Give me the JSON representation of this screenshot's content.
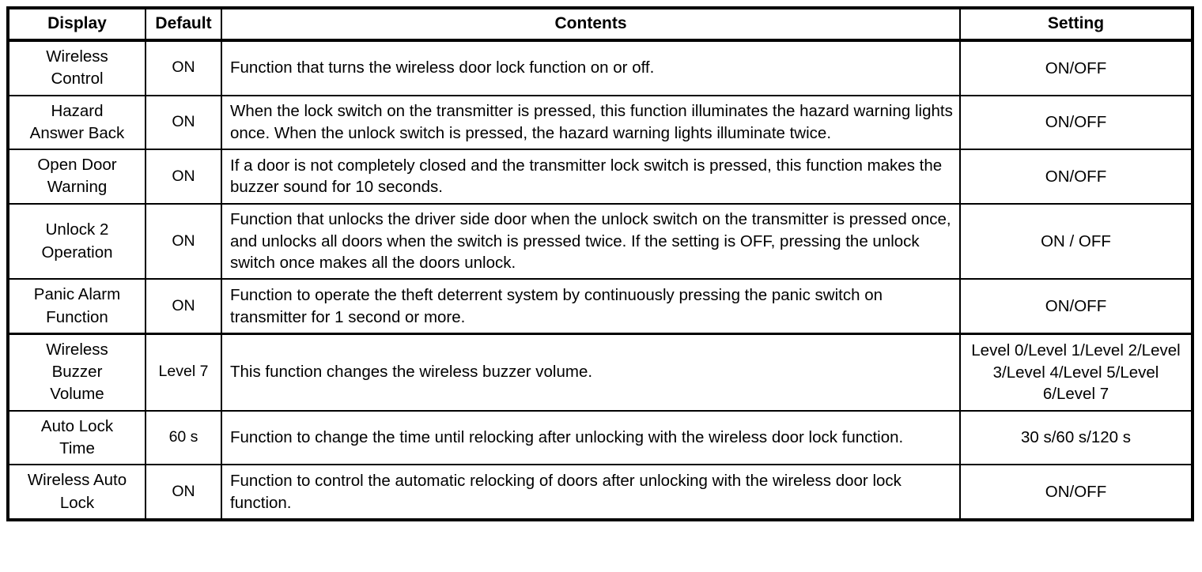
{
  "table": {
    "name": "wireless-door-lock-customize-settings",
    "columns": [
      {
        "key": "display",
        "label": "Display"
      },
      {
        "key": "default",
        "label": "Default"
      },
      {
        "key": "contents",
        "label": "Contents"
      },
      {
        "key": "setting",
        "label": "Setting"
      }
    ],
    "rows": [
      {
        "display": "Wireless Control",
        "display_lines": [
          "Wireless",
          "Control"
        ],
        "default": "ON",
        "contents": "Function that turns the wireless door lock function on or off.",
        "setting": "ON/OFF"
      },
      {
        "display": "Hazard Answer Back",
        "display_lines": [
          "Hazard",
          "Answer Back"
        ],
        "default": "ON",
        "contents": "When the lock switch on the transmitter is pressed, this function illuminates the hazard warning lights once. When the unlock switch is pressed, the hazard warning lights illuminate twice.",
        "setting": "ON/OFF"
      },
      {
        "display": "Open Door Warning",
        "display_lines": [
          "Open Door",
          "Warning"
        ],
        "default": "ON",
        "contents": "If a door is not completely closed and the transmitter lock switch is pressed, this function makes the buzzer sound for 10 seconds.",
        "setting": "ON/OFF"
      },
      {
        "display": "Unlock 2 Operation",
        "display_lines": [
          "Unlock 2",
          "Operation"
        ],
        "default": "ON",
        "contents": "Function that unlocks the driver side door when the unlock switch on the transmitter is pressed once, and unlocks all doors when the switch is pressed twice. If the setting is OFF, pressing the unlock switch once makes all the doors unlock.",
        "setting": "ON / OFF"
      },
      {
        "display": "Panic Alarm Function",
        "display_lines": [
          "Panic Alarm",
          "Function"
        ],
        "default": "ON",
        "contents": "Function to operate the theft deterrent system by continuously pressing the panic switch on transmitter for 1 second or more.",
        "setting": "ON/OFF"
      },
      {
        "display": "Wireless Buzzer Volume",
        "display_lines": [
          "Wireless",
          "Buzzer",
          "Volume"
        ],
        "default": "Level 7",
        "contents": "This function changes the wireless buzzer volume.",
        "setting": "Level 0/Level 1/Level 2/Level 3/Level 4/Level 5/Level 6/Level 7"
      },
      {
        "display": "Auto Lock Time",
        "display_lines": [
          "Auto Lock",
          "Time"
        ],
        "default": "60 s",
        "contents": "Function to change the time until relocking after unlocking with the wireless door lock function.",
        "setting": "30 s/60 s/120 s"
      },
      {
        "display": "Wireless Auto Lock",
        "display_lines": [
          "Wireless Auto",
          "Lock"
        ],
        "default": "ON",
        "contents": "Function to control the automatic relocking of doors after unlocking with the wireless door lock function.",
        "setting": "ON/OFF"
      }
    ]
  },
  "colors": {
    "border": "#000000",
    "text": "#000000",
    "background": "#ffffff"
  }
}
